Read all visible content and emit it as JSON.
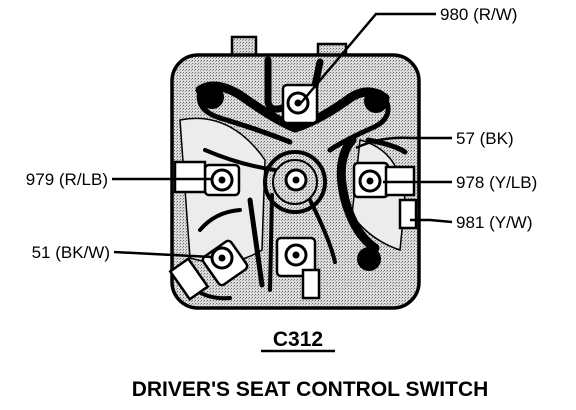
{
  "connector_id": "C312",
  "caption": "DRIVER'S SEAT CONTROL SWITCH",
  "wires": {
    "w980": "980 (R/W)",
    "w57": "57 (BK)",
    "w979": "979 (R/LB)",
    "w978": "978 (Y/LB)",
    "w981": "981 (Y/W)",
    "w51": "51 (BK/W)"
  },
  "colors": {
    "ink": "#000000",
    "body_fill": "#c9c9c9",
    "background": "#ffffff"
  }
}
